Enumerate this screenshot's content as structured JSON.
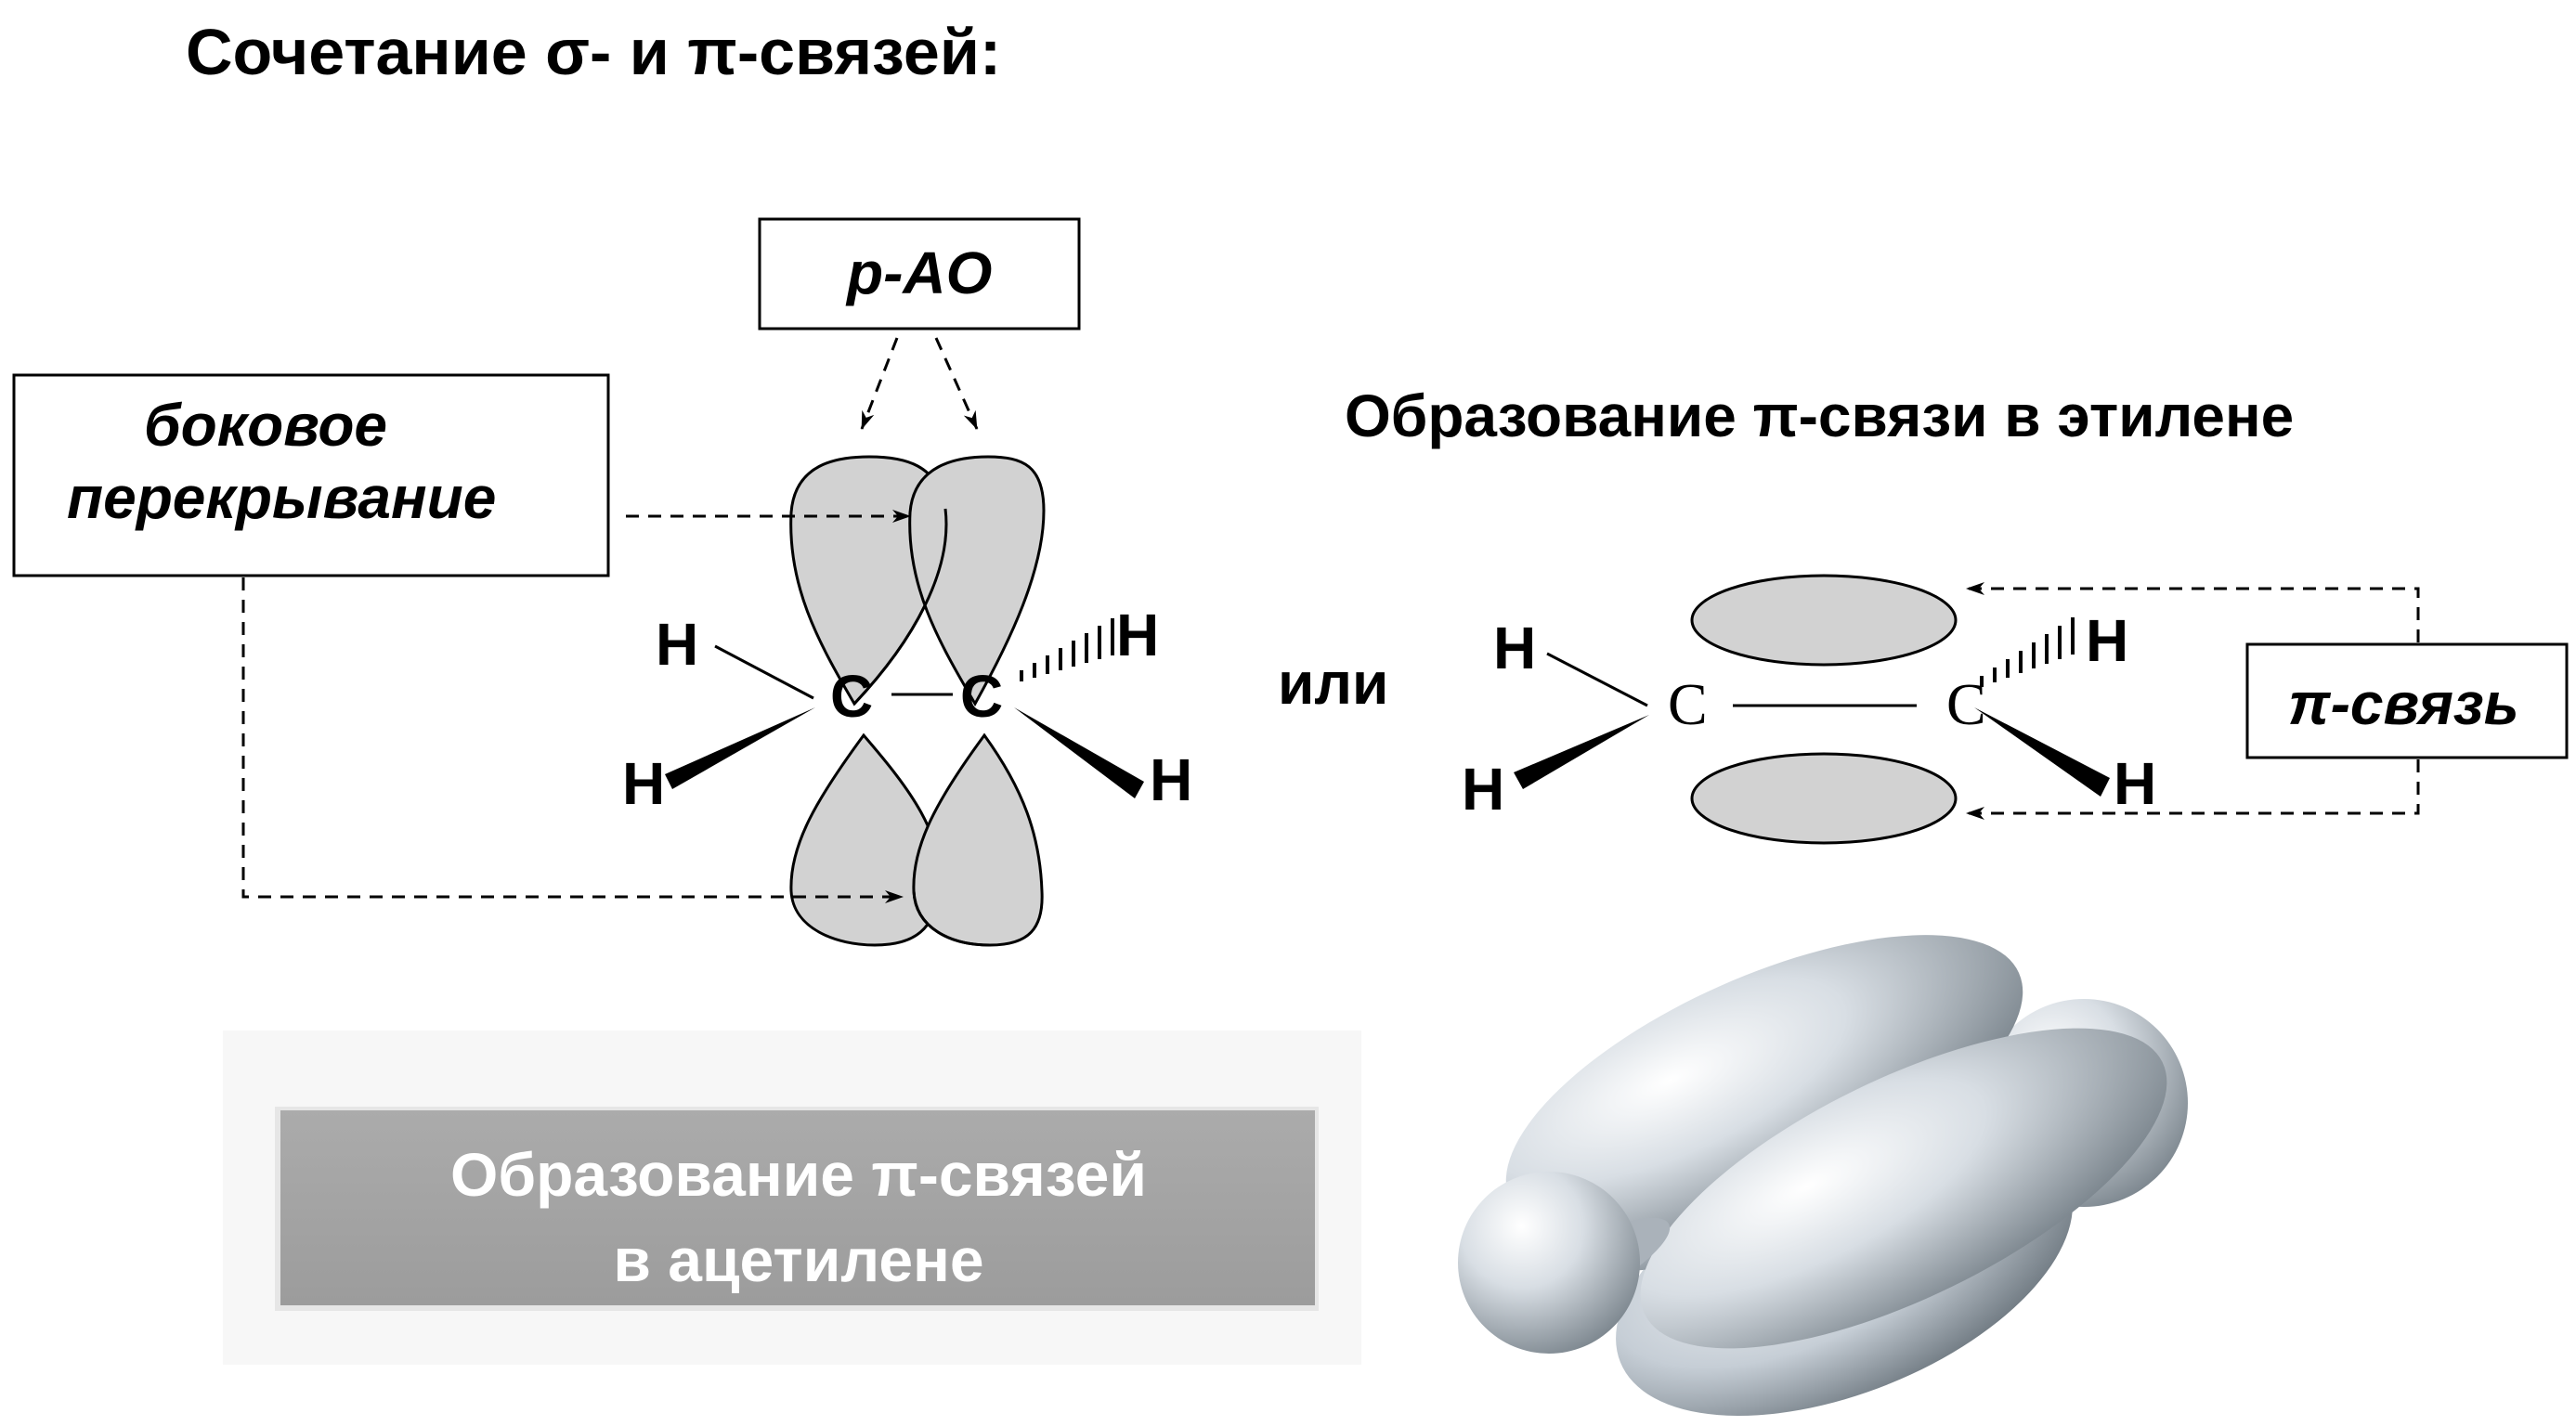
{
  "title": "Сочетание σ- и π-связей:",
  "labels": {
    "p_ao": "p-AO",
    "side_overlap_line1": "боковое",
    "side_overlap_line2": "перекрывание",
    "or": "или",
    "ethylene_title": "Образование π-связи в этилене",
    "pi_bond": "π-связь",
    "acetylene_button_line1": "Образование π-связей",
    "acetylene_button_line2": "в ацетилене"
  },
  "molecule_left": {
    "h_top_left": "H",
    "h_bottom_left": "H",
    "h_top_right": "H",
    "h_bottom_right": "H",
    "c_left": "C",
    "c_right": "C"
  },
  "molecule_right": {
    "h_top_left": "H",
    "h_bottom_left": "H",
    "h_top_right": "H",
    "h_bottom_right": "H",
    "c_left": "C",
    "c_right": "C"
  },
  "colors": {
    "lobe_fill": "#d2d2d2",
    "button_bg": "#a4a4a4",
    "button_text": "#ffffff",
    "orbital_3d": "#c8d0d8"
  }
}
